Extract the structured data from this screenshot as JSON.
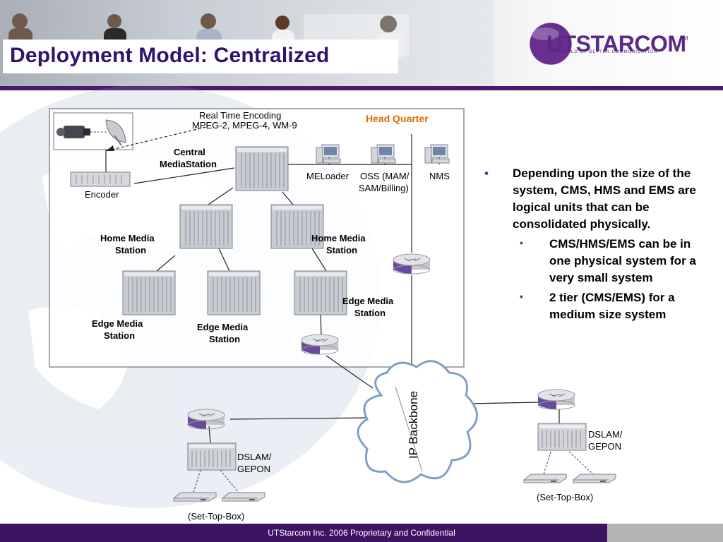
{
  "slide": {
    "title": "Deployment Model: Centralized",
    "logo": {
      "word": "UTSTARCOM",
      "tm": "TM",
      "tagline": "A WORLD OF BETTER COMMUNICATION"
    },
    "footer": "UTStarcom Inc. 2006 Proprietary and Confidential"
  },
  "diagram": {
    "hq_label": "Head Quarter",
    "encoding_line1": "Real Time   Encoding",
    "encoding_line2": "MPEG-2, MPEG-4, WM-9",
    "encoder": "Encoder",
    "central_l1": "Central",
    "central_l2": "MediaStation",
    "meloader": "MELoader",
    "oss_l1": "OSS (MAM/",
    "oss_l2": "SAM/Billing)",
    "nms": "NMS",
    "home1_l1": "Home Media",
    "home1_l2": "Station",
    "home2_l1": "Home Media",
    "home2_l2": "Station",
    "edge1_l1": "Edge Media",
    "edge1_l2": "Station",
    "edge2_l1": "Edge Media",
    "edge2_l2": "Station",
    "edge3_l1": "Edge Media",
    "edge3_l2": "Station",
    "backbone": "IP Backbone",
    "dslam_left_l1": "DSLAM/",
    "dslam_left_l2": "GEPON",
    "dslam_right_l1": "DSLAM/",
    "dslam_right_l2": "GEPON",
    "stb_left": "(Set-Top-Box)",
    "stb_right": "(Set-Top-Box)"
  },
  "bullets": {
    "main": "Depending upon the size of the system, CMS, HMS and EMS are logical units that can be consolidated physically.",
    "sub1": "CMS/HMS/EMS can be in one physical system for a very small system",
    "sub2": "2 tier (CMS/EMS) for a medium size system",
    "marker": "•"
  },
  "colors": {
    "title": "#2e1470",
    "accent": "#4b1a6b",
    "hq": "#e06a00",
    "router": "#6a4a9a"
  }
}
